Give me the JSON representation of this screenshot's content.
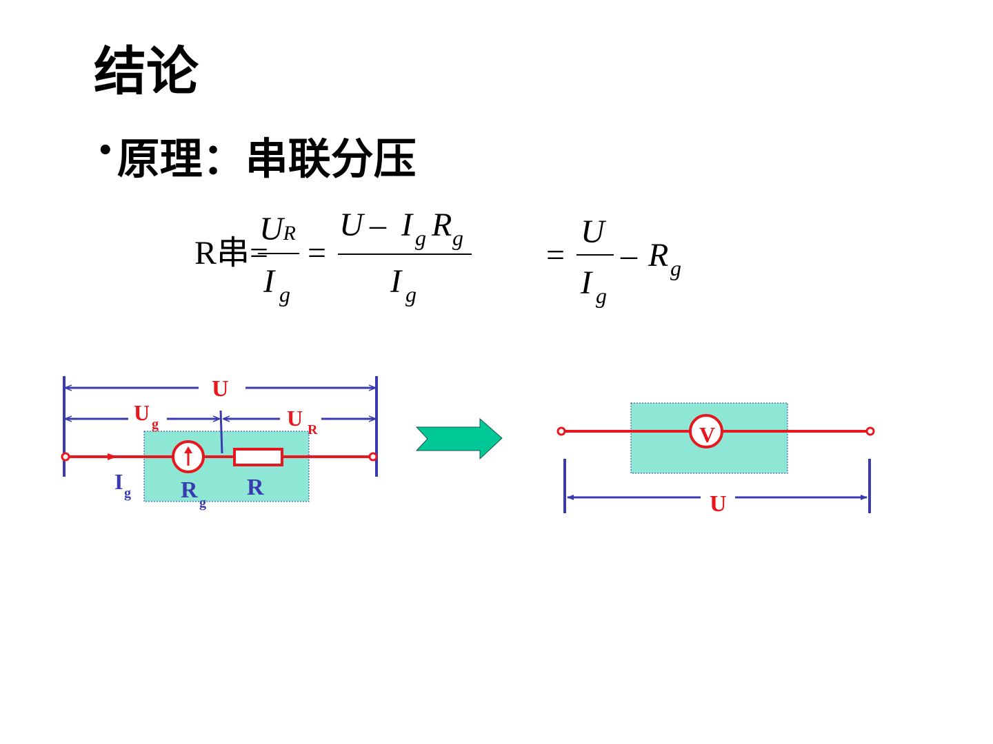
{
  "slide": {
    "title": "结论",
    "bullet": "原理：串联分压"
  },
  "formula": {
    "lhs_prefix": "R串=",
    "frac1_num": "U",
    "frac1_num_sub": "R",
    "frac1_den": "I",
    "frac1_den_sub": "g",
    "equals": "=",
    "frac2_num_a": "U",
    "minus": "–",
    "frac2_num_I": "I",
    "frac2_num_I_sub": "g",
    "frac2_num_R": "R",
    "frac2_num_R_sub": "g",
    "frac2_den": "I",
    "frac2_den_sub": "g",
    "frac3_num": "U",
    "frac3_den": "I",
    "frac3_den_sub": "g",
    "tail_R": "R",
    "tail_R_sub": "g"
  },
  "circuit_left": {
    "label_U": "U",
    "label_Ug": "U",
    "label_Ug_sub": "g",
    "label_UR": "U",
    "label_UR_sub": "R",
    "label_Ig": "I",
    "label_Ig_sub": "g",
    "label_Rg": "R",
    "label_Rg_sub": "g",
    "label_R": "R"
  },
  "circuit_right": {
    "meter_label": "V",
    "label_U": "U"
  },
  "colors": {
    "wire": "#e8161d",
    "dimension": "#3a3ab0",
    "box_fill": "#8ee6d4",
    "arrow_fill": "#00c896",
    "label_red": "#e8161d",
    "label_blue": "#3a3ab0"
  }
}
